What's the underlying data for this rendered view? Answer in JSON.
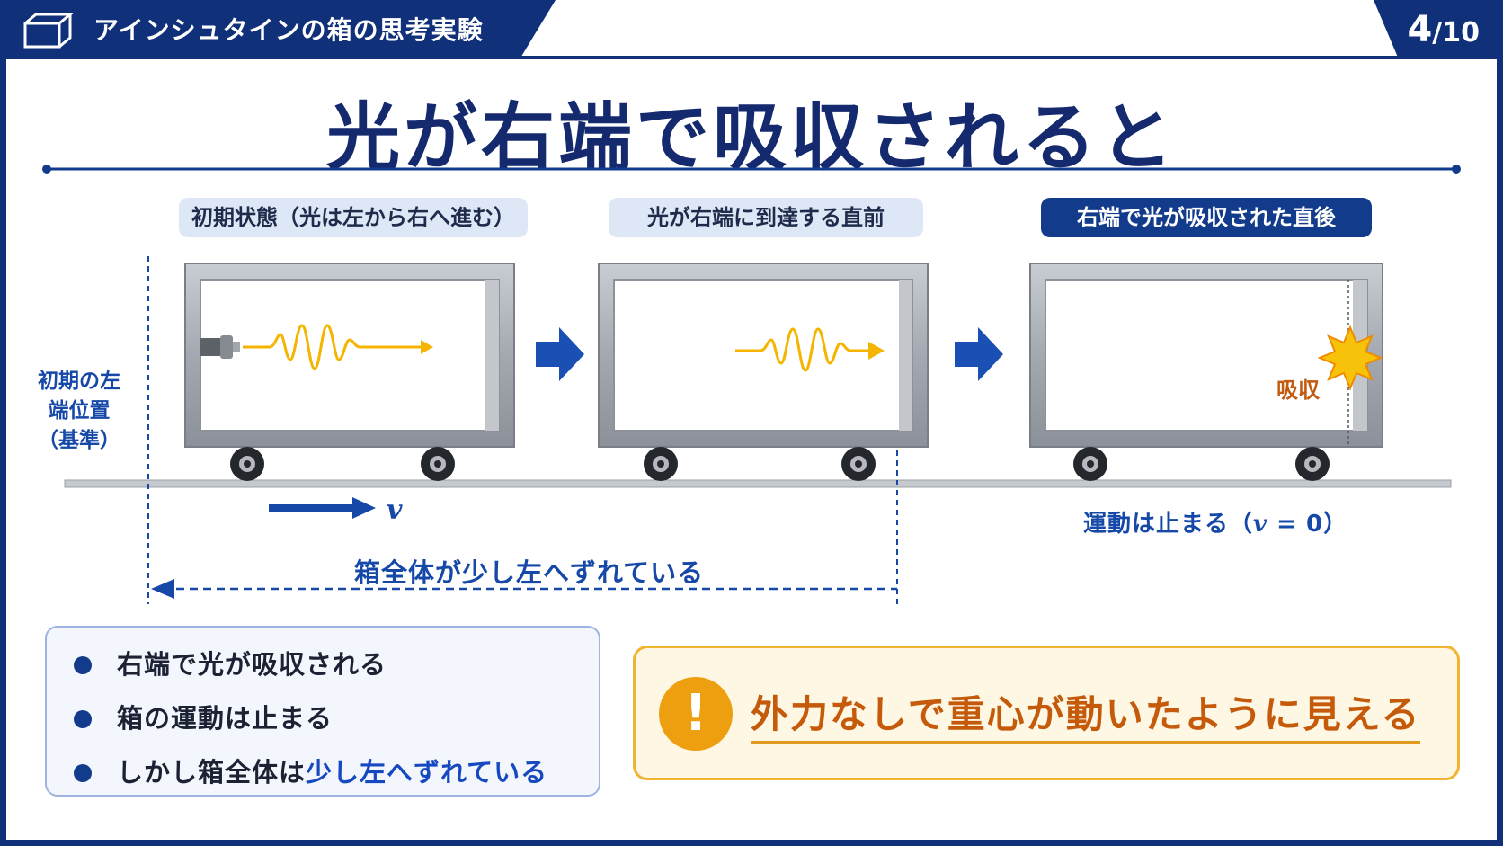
{
  "header": {
    "title": "アインシュタインの箱の思考実験",
    "page_current": "4",
    "page_total": "/10",
    "icon": "box-icon"
  },
  "main_title": "光が右端で吸収されると",
  "stages": [
    {
      "label": "初期状態（光は左から右へ進む）"
    },
    {
      "label": "光が右端に到達する直前"
    },
    {
      "label": "右端で光が吸収された直後"
    }
  ],
  "diagram": {
    "reference_label": "初期の左端位置（基準）",
    "velocity_symbol": "v",
    "shift_label": "箱全体が少し左へずれている",
    "stop_label_prefix": "運動は止まる（",
    "stop_label_var": "v",
    "stop_label_suffix": " = 0）",
    "absorb_label": "吸収"
  },
  "points": [
    {
      "text": "右端で光が吸収される",
      "highlight": ""
    },
    {
      "text": "箱の運動は止まる",
      "highlight": ""
    },
    {
      "text": "しかし箱全体は",
      "highlight": "少し左へずれている"
    }
  ],
  "conclusion": {
    "icon": "!",
    "text": "外力なしで重心が動いたように見える"
  },
  "colors": {
    "navy": "#10307a",
    "accent_blue": "#1648a8",
    "light_wave": "#f4b400",
    "warning_orange": "#ee9f10"
  }
}
